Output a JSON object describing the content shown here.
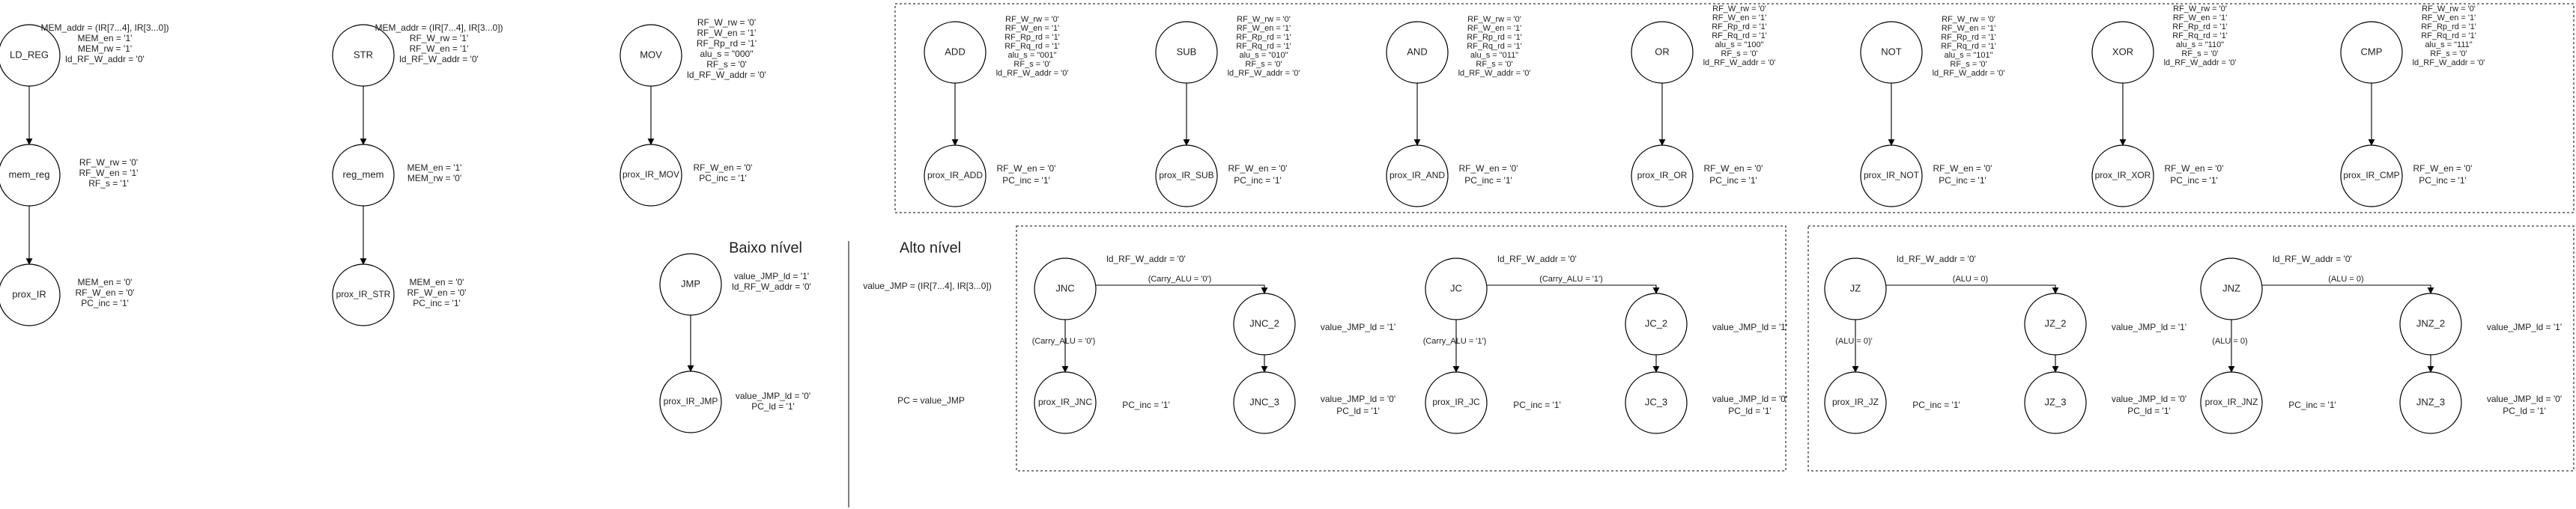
{
  "sections": {
    "baixo_nivel": "Baixo nível",
    "alto_nivel": "Alto nível"
  },
  "states": {
    "LD_REG": "LD_REG",
    "mem_reg": "mem_reg",
    "prox_IR_1": "prox_IR",
    "STR": "STR",
    "reg_mem": "reg_mem",
    "prox_IR_STR": "prox_IR_STR",
    "MOV": "MOV",
    "prox_IR_MOV": "prox_IR_MOV",
    "ADD": "ADD",
    "prox_IR_ADD": "prox_IR_ADD",
    "SUB": "SUB",
    "prox_IR_SUB": "prox_IR_SUB",
    "AND": "AND",
    "prox_IR_AND": "prox_IR_AND",
    "OR": "OR",
    "prox_IR_OR": "prox_IR_OR",
    "NOT": "NOT",
    "prox_IR_NOT": "prox_IR_NOT",
    "XOR": "XOR",
    "prox_IR_XOR": "prox_IR_XOR",
    "CMP": "CMP",
    "prox_IR_CMP": "prox_IR_CMP",
    "JMP": "JMP",
    "prox_IR_JMP": "prox_IR_JMP",
    "JNC": "JNC",
    "JNC_2": "JNC_2",
    "prox_IR_JNC": "prox_IR_JNC",
    "JNC_3": "JNC_3",
    "JC": "JC",
    "JC_2": "JC_2",
    "prox_IR_JC": "prox_IR_JC",
    "JC_3": "JC_3",
    "JZ": "JZ",
    "JZ_2": "JZ_2",
    "prox_IR_JZ": "prox_IR_JZ",
    "JZ_3": "JZ_3",
    "JNZ": "JNZ",
    "JNZ_2": "JNZ_2",
    "prox_IR_JNZ": "prox_IR_JNZ",
    "JNZ_3": "JNZ_3"
  },
  "annotations": {
    "ld_reg": [
      "MEM_addr = (IR[7...4], IR[3...0])",
      "MEM_en = '1'",
      "MEM_rw = '1'",
      "ld_RF_W_addr = '0'"
    ],
    "mem_reg": [
      "RF_W_rw = '0'",
      "RF_W_en = '1'",
      "RF_s = '1'"
    ],
    "prox_ir_1": [
      "MEM_en = '0'",
      "RF_W_en = '0'",
      "PC_inc = '1'"
    ],
    "str": [
      "MEM_addr = (IR[7...4], IR[3...0])",
      "RF_W_rw = '1'",
      "RF_W_en = '1'",
      "ld_RF_W_addr = '0'"
    ],
    "reg_mem": [
      "MEM_en = '1'",
      "MEM_rw = '0'"
    ],
    "prox_ir_str": [
      "MEM_en = '0'",
      "RF_W_en = '0'",
      "PC_inc = '1'"
    ],
    "mov": [
      "RF_W_rw = '0'",
      "RF_W_en = '1'",
      "RF_Rp_rd = '1'",
      "alu_s = \"000\"",
      "RF_s = '0'",
      "ld_RF_W_addr = '0'"
    ],
    "prox_ir_mov": [
      "RF_W_en = '0'",
      "PC_inc = '1'"
    ],
    "add": [
      "RF_W_rw = '0'",
      "RF_W_en = '1'",
      "RF_Rp_rd = '1'",
      "RF_Rq_rd = '1'",
      "alu_s = \"001\"",
      "RF_s = '0'",
      "ld_RF_W_addr = '0'"
    ],
    "prox_ir_add": [
      "RF_W_en = '0'",
      "PC_inc = '1'"
    ],
    "sub": [
      "RF_W_rw = '0'",
      "RF_W_en = '1'",
      "RF_Rp_rd = '1'",
      "RF_Rq_rd = '1'",
      "alu_s = \"010\"",
      "RF_s = '0'",
      "ld_RF_W_addr = '0'"
    ],
    "prox_ir_sub": [
      "RF_W_en = '0'",
      "PC_inc = '1'"
    ],
    "and": [
      "RF_W_rw = '0'",
      "RF_W_en = '1'",
      "RF_Rp_rd = '1'",
      "RF_Rq_rd = '1'",
      "alu_s = \"011\"",
      "RF_s = '0'",
      "ld_RF_W_addr = '0'"
    ],
    "prox_ir_and": [
      "RF_W_en = '0'",
      "PC_inc = '1'"
    ],
    "or": [
      "RF_W_rw = '0'",
      "RF_W_en = '1'",
      "RF_Rp_rd = '1'",
      "RF_Rq_rd = '1'",
      "alu_s = \"100\"",
      "RF_s = '0'",
      "ld_RF_W_addr = '0'"
    ],
    "prox_ir_or": [
      "RF_W_en = '0'",
      "PC_inc = '1'"
    ],
    "not": [
      "RF_W_rw = '0'",
      "RF_W_en = '1'",
      "RF_Rp_rd = '1'",
      "RF_Rq_rd = '1'",
      "alu_s = \"101\"",
      "RF_s = '0'",
      "ld_RF_W_addr = '0'"
    ],
    "prox_ir_not": [
      "RF_W_en = '0'",
      "PC_inc = '1'"
    ],
    "xor": [
      "RF_W_rw = '0'",
      "RF_W_en = '1'",
      "RF_Rp_rd = '1'",
      "RF_Rq_rd = '1'",
      "alu_s = \"110\"",
      "RF_s = '0'",
      "ld_RF_W_addr = '0'"
    ],
    "prox_ir_xor": [
      "RF_W_en = '0'",
      "PC_inc = '1'"
    ],
    "cmp": [
      "RF_W_rw = '0'",
      "RF_W_en = '1'",
      "RF_Rp_rd = '1'",
      "RF_Rq_rd = '1'",
      "alu_s = \"111\"",
      "RF_s = '0'",
      "ld_RF_W_addr = '0'"
    ],
    "prox_ir_cmp": [
      "RF_W_en = '0'",
      "PC_inc = '1'"
    ],
    "jmp": [
      "value_JMP_ld = '1'",
      "ld_RF_W_addr = '0'"
    ],
    "prox_ir_jmp": [
      "value_JMP_ld = '0'",
      "PC_ld = '1'"
    ],
    "value_jmp": "value_JMP = (IR[7...4], IR[3...0])",
    "pc_value": "PC = value_JMP",
    "jnc_ld": "ld_RF_W_addr = '0'",
    "jnc_2": "value_JMP_ld = '1'",
    "jnc_3": [
      "value_JMP_ld = '0'",
      "PC_ld = '1'"
    ],
    "prox_ir_jnc": "PC_inc = '1'",
    "jc_ld": "ld_RF_W_addr = '0'",
    "jc_2": "value_JMP_ld = '1'",
    "jc_3": [
      "value_JMP_ld = '0'",
      "PC_ld = '1'"
    ],
    "prox_ir_jc": "PC_inc = '1'",
    "jz_ld": "ld_RF_W_addr = '0'",
    "jz_2": "value_JMP_ld = '1'",
    "jz_3": [
      "value_JMP_ld = '0'",
      "PC_ld = '1'"
    ],
    "prox_ir_jz": "PC_inc = '1'",
    "jnz_ld": "ld_RF_W_addr = '0'",
    "jnz_2": "value_JMP_ld = '1'",
    "jnz_3": [
      "value_JMP_ld = '0'",
      "PC_ld = '1'"
    ],
    "prox_ir_jnz": "PC_inc = '1'"
  },
  "conditions": {
    "jnc_true": "(Carry_ALU = '0')",
    "jnc_false": "(Carry_ALU = '0')",
    "jc_true": "(Carry_ALU = '1')",
    "jc_false": "(Carry_ALU = '1')",
    "jz_true": "(ALU = 0)",
    "jz_false": "(ALU = 0)'",
    "jnz_true": "(ALU = 0)",
    "jnz_false": "(ALU = 0)"
  }
}
